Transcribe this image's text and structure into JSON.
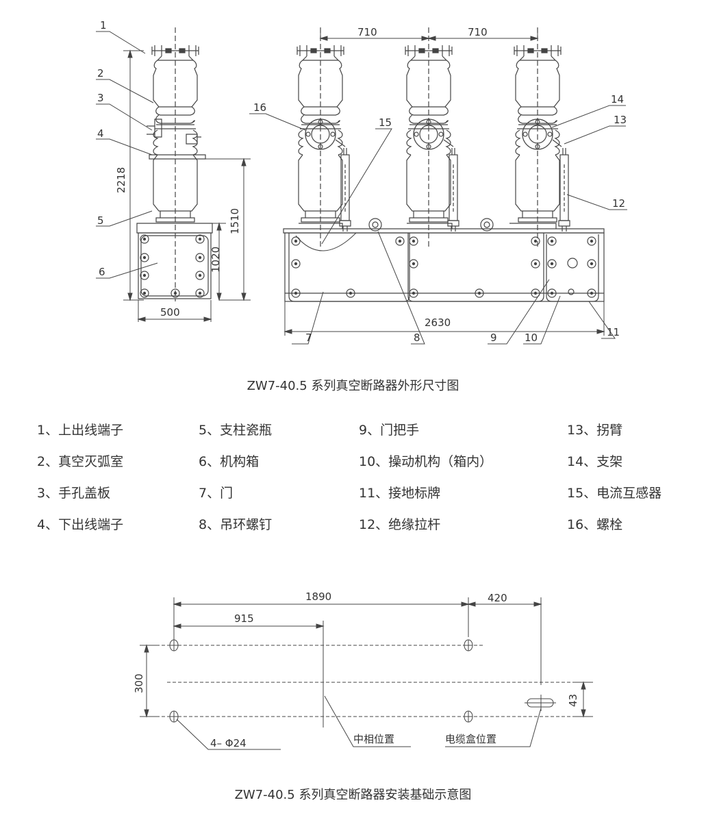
{
  "drawing1": {
    "caption": "ZW7-40.5 系列真空断路器外形尺寸图",
    "dims": {
      "d710a": "710",
      "d710b": "710",
      "d2218": "2218",
      "d1510": "1510",
      "d1020": "1020",
      "d500": "500",
      "d2630": "2630"
    },
    "callouts": [
      "1",
      "2",
      "3",
      "4",
      "5",
      "6",
      "7",
      "8",
      "9",
      "10",
      "11",
      "12",
      "13",
      "14",
      "15",
      "16"
    ]
  },
  "legend": [
    [
      "1、上出线端子",
      "5、支柱瓷瓶",
      "9、门把手",
      "13、拐臂"
    ],
    [
      "2、真空灭弧室",
      "6、机构箱",
      "10、操动机构（箱内）",
      "14、支架"
    ],
    [
      "3、手孔盖板",
      "7、门",
      "11、接地标牌",
      "15、电流互感器"
    ],
    [
      "4、下出线端子",
      "8、吊环螺钉",
      "12、绝缘拉杆",
      "16、螺栓"
    ]
  ],
  "drawing2": {
    "caption": "ZW7-40.5 系列真空断路器安装基础示意图",
    "dims": {
      "d1890": "1890",
      "d420": "420",
      "d915": "915",
      "d300": "300",
      "d43": "43"
    },
    "labels": {
      "holes": "4– Φ24",
      "middle_phase": "中相位置",
      "cable_box": "电缆盒位置"
    }
  }
}
